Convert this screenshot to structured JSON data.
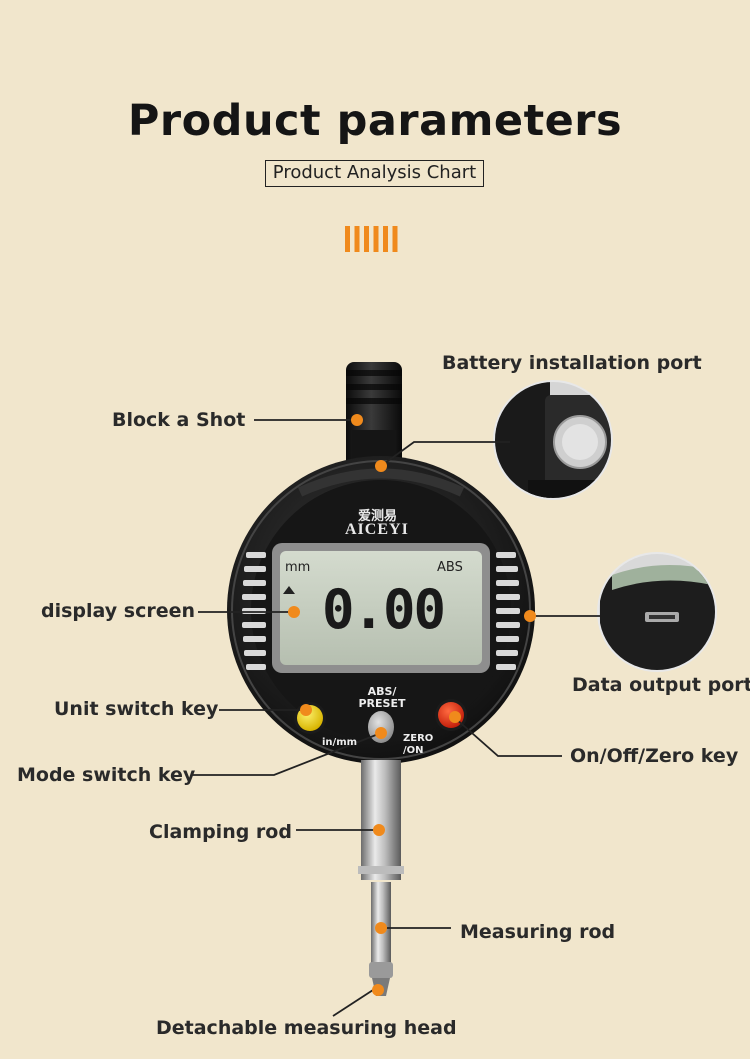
{
  "header": {
    "title": "Product parameters",
    "subtitle": "Product Analysis Chart"
  },
  "colors": {
    "background": "#f1e6cc",
    "accent": "#f08a1c",
    "key_yellow": "#f2d21a",
    "key_red": "#e33a1f",
    "lcd": "#c5cdbf"
  },
  "device": {
    "brand_cn": "爱测易",
    "brand": "AICEYI",
    "lcd_value": "0.00",
    "lcd_unit": "mm",
    "lcd_mode": "ABS",
    "key_abs_preset": "ABS/ PRESET",
    "key_in_mm": "in/mm",
    "key_zero_on": "ZERO /ON"
  },
  "callouts": {
    "battery": "Battery installation port",
    "block_shot": "Block a Shot",
    "display": "display screen",
    "data_output": "Data output port",
    "unit_switch": "Unit switch key",
    "on_off_zero": "On/Off/Zero key",
    "mode_switch": "Mode switch key",
    "clamping_rod": "Clamping rod",
    "measuring_rod": "Measuring rod",
    "detachable_head": "Detachable measuring head"
  }
}
